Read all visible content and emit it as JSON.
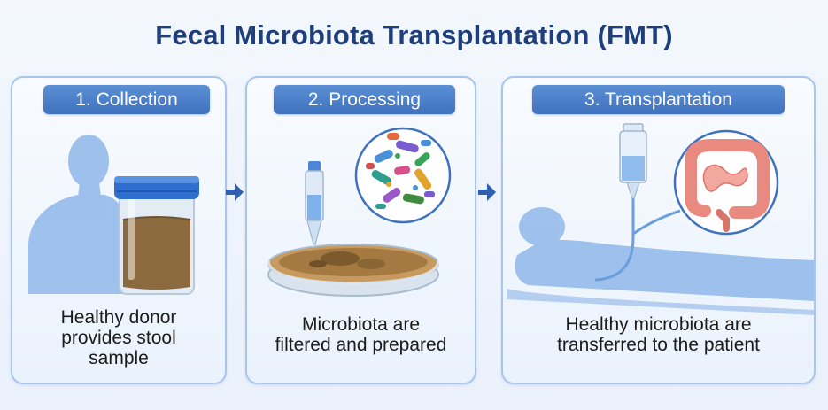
{
  "title": "Fecal Microbiota Transplantation (FMT)",
  "steps": [
    {
      "label": "1. Collection",
      "caption_lines": [
        "Healthy donor",
        "provides stool",
        "sample"
      ]
    },
    {
      "label": "2. Processing",
      "caption_lines": [
        "Microbiota are",
        "filtered and prepared"
      ]
    },
    {
      "label": "3. Transplantation",
      "caption_lines": [
        "Healthy microbiota are",
        "transferred to the patient"
      ]
    }
  ],
  "colors": {
    "title": "#1f3f7a",
    "step_badge": "#4a7fc8",
    "panel_border": "#a9c6ea",
    "silhouette": "#8fb8ea",
    "stool": "#8a6a3e",
    "jar_lid": "#2f6fd0",
    "intestine": "#e98a80",
    "arrow": "#2f5fb0"
  },
  "icons": [
    "person-silhouette-icon",
    "stool-jar-icon",
    "pipette-icon",
    "petri-dish-icon",
    "bacteria-icon",
    "patient-icon",
    "iv-bag-icon",
    "intestine-icon",
    "arrow-right-icon"
  ]
}
